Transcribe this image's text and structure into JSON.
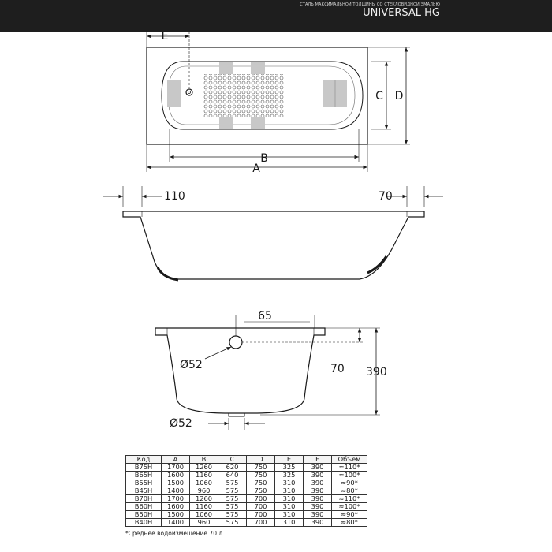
{
  "header": {
    "subtitle": "СТАЛЬ МАКСИМАЛЬНОЙ ТОЛЩИНЫ СО СТЕКЛОВИДНОЙ ЭМАЛЬЮ",
    "model": "UNIVERSAL HG"
  },
  "top_view": {
    "labels": {
      "e": "E",
      "b": "B",
      "a": "A",
      "c": "C",
      "d": "D"
    }
  },
  "side_view": {
    "left_rim": "110",
    "right_rim": "70"
  },
  "end_view": {
    "overflow_offset": "65",
    "overflow_diameter": "Ø52",
    "overflow_height": "70",
    "depth": "390",
    "drain_diameter": "Ø52"
  },
  "table": {
    "headers": [
      "Код",
      "A",
      "B",
      "C",
      "D",
      "E",
      "F",
      "Объем"
    ],
    "rows": [
      [
        "B75H",
        "1700",
        "1260",
        "620",
        "750",
        "325",
        "390",
        "≈110*"
      ],
      [
        "B65H",
        "1600",
        "1160",
        "640",
        "750",
        "325",
        "390",
        "≈100*"
      ],
      [
        "B55H",
        "1500",
        "1060",
        "575",
        "750",
        "310",
        "390",
        "≈90*"
      ],
      [
        "B45H",
        "1400",
        "960",
        "575",
        "750",
        "310",
        "390",
        "≈80*"
      ],
      [
        "B70H",
        "1700",
        "1260",
        "575",
        "700",
        "310",
        "390",
        "≈110*"
      ],
      [
        "B60H",
        "1600",
        "1160",
        "575",
        "700",
        "310",
        "390",
        "≈100*"
      ],
      [
        "B50H",
        "1500",
        "1060",
        "575",
        "700",
        "310",
        "390",
        "≈90*"
      ],
      [
        "B40H",
        "1400",
        "960",
        "575",
        "700",
        "310",
        "390",
        "≈80*"
      ]
    ],
    "note": "*Среднее водоизмещение 70 л."
  }
}
